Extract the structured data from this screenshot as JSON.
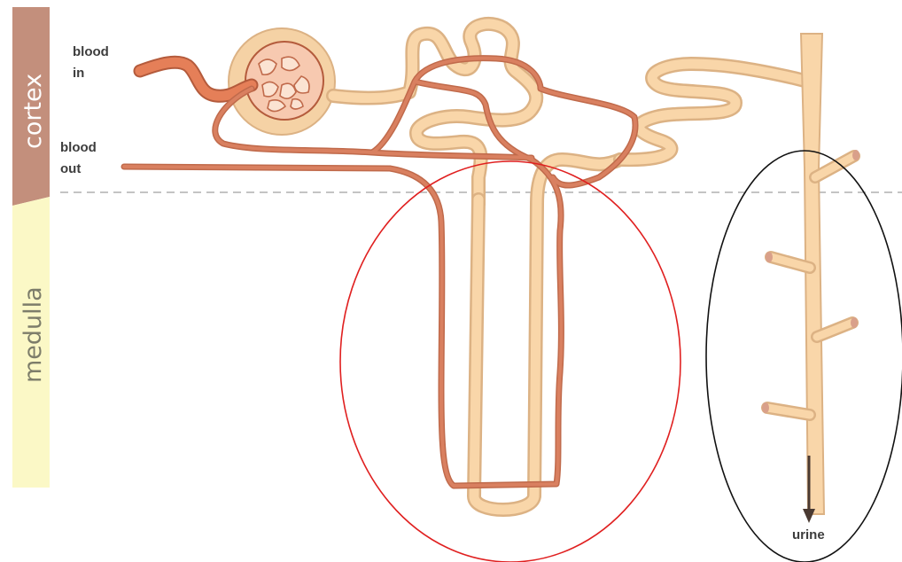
{
  "zones": {
    "cortex": "cortex",
    "medulla": "medulla"
  },
  "labels": {
    "blood_in_line1": "blood",
    "blood_in_line2": "in",
    "blood_out_line1": "blood",
    "blood_out_line2": "out",
    "urine": "urine"
  },
  "colors": {
    "cortex_band": "#c38f7c",
    "medulla_band": "#fbf8c6",
    "tubule_fill": "#f9d6a9",
    "tubule_edge": "#dcb284",
    "vessel": "#d57a57",
    "vessel_edge": "#b45b3c",
    "glomerulus_capsule": "#f5d2a5",
    "boundary_line": "#b0b0b0",
    "highlight_loop": "#e02020",
    "highlight_duct": "#111111",
    "arrow": "#4a3a32"
  }
}
